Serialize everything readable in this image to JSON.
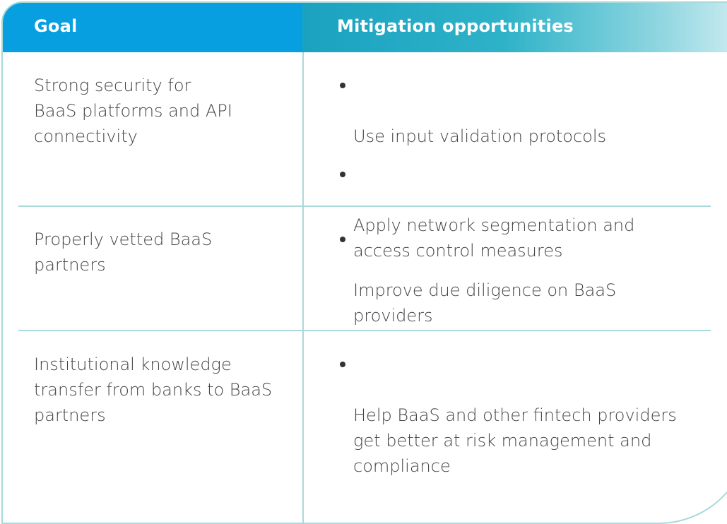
{
  "header": {
    "goal_label": "Goal",
    "mitigation_label": "Mitigation opportunities"
  },
  "rows": [
    {
      "goal": "Strong security for\nBaaS platforms and API\nconnectivity",
      "mitigations": [
        "Use input validation protocols",
        "Apply network segmentation and\naccess control measures"
      ]
    },
    {
      "goal": "Properly vetted BaaS\npartners",
      "mitigations": [
        "Improve due diligence on BaaS\nproviders"
      ]
    },
    {
      "goal": "Institutional knowledge\ntransfer from banks to BaaS\npartners",
      "mitigations": [
        "Help BaaS and other fintech providers\nget better at risk management and\ncompliance"
      ]
    }
  ],
  "colors": {
    "goal_header": "#079fe0",
    "mitigation_header_start": "#1aa2c0",
    "border": "#a9d9d8",
    "text": "#444444"
  }
}
